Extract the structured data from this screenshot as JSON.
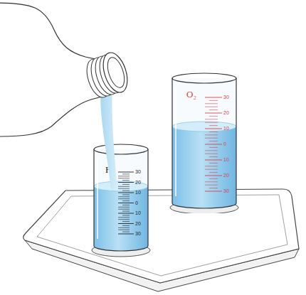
{
  "diagram": {
    "nodes": [
      {
        "text": [
          "H₂"
        ]
      },
      {
        "text": [
          "O₂"
        ]
      }
    ],
    "labels": [
      "30",
      "20",
      "10",
      "0",
      "10",
      "20",
      "30",
      "30",
      "20",
      "10",
      "0",
      "10",
      "20",
      "30"
    ]
  }
}
